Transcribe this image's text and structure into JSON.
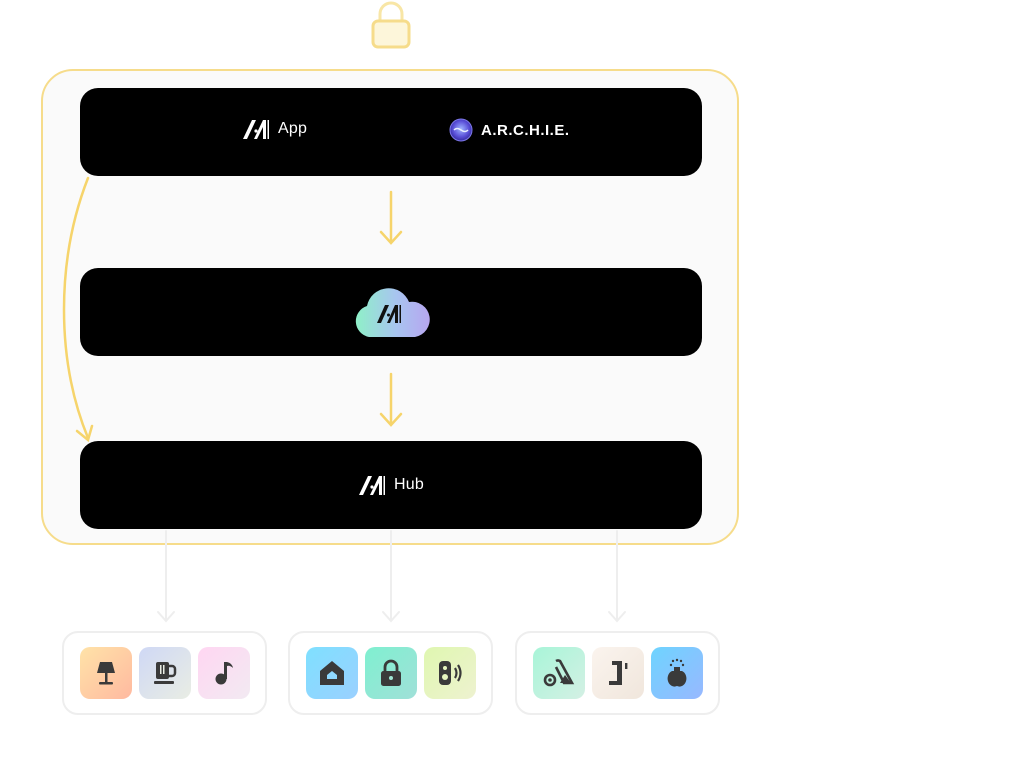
{
  "app": {
    "label": "App"
  },
  "archie": {
    "label": "A.R.C.H.I.E."
  },
  "hub": {
    "label": "Hub"
  },
  "colors": {
    "frame": "#f6dc8b",
    "arrow": "#f6d46b",
    "bar": "#000000",
    "device_arrow": "#eeeeee",
    "icon_dark": "#3a3a3a"
  },
  "device_groups": [
    {
      "devices": [
        "lamp-icon",
        "kettle-icon",
        "music-note-icon"
      ]
    },
    {
      "devices": [
        "home-icon",
        "lock-icon",
        "speaker-icon"
      ]
    },
    {
      "devices": [
        "vacuum-icon",
        "door-lock-icon",
        "diffuser-icon"
      ]
    }
  ]
}
